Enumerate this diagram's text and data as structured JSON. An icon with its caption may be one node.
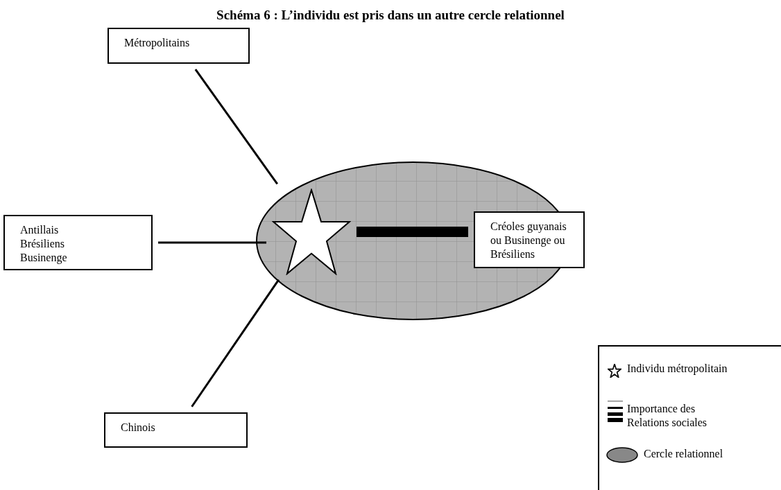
{
  "diagram": {
    "title": "Schéma 6 : L’individu est pris dans un autre cercle relationnel",
    "nodes": [
      {
        "text": [
          "Métropolitains"
        ]
      },
      {
        "text": [
          "Antillais Brésiliens Businenge"
        ]
      },
      {
        "text": [
          "Chinois"
        ]
      },
      {
        "text": [],
        "shape": "ellipse"
      },
      {
        "text": [],
        "shape": "star",
        "in": 3
      },
      {
        "text": [
          "Créoles guyanais ou Businenge ou Brésiliens"
        ]
      }
    ],
    "edges": [
      {
        "from": 0,
        "to": 4,
        "arrow": "none"
      },
      {
        "from": 1,
        "to": 4,
        "arrow": "none"
      },
      {
        "from": 2,
        "to": 4,
        "arrow": "none"
      },
      {
        "from": 4,
        "to": 5,
        "arrow": "none",
        "style": "thick"
      }
    ],
    "legend": [
      {
        "text": "Individu métropolitain"
      },
      {
        "text": "Importance des Relations sociales"
      },
      {
        "text": "Cercle relationnel"
      }
    ]
  }
}
